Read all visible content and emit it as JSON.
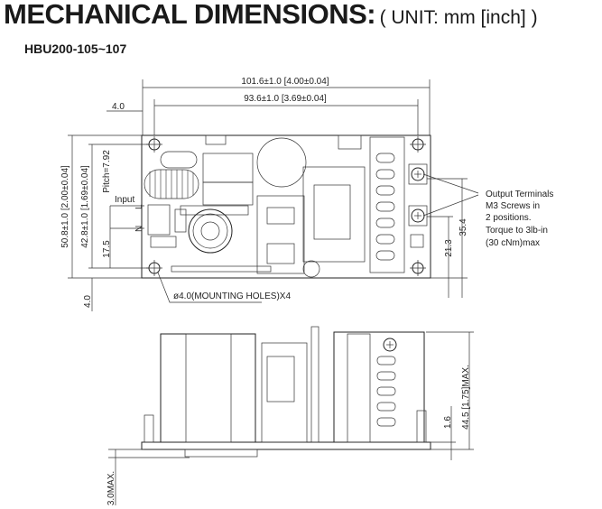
{
  "header": {
    "title": "MECHANICAL DIMENSIONS:",
    "unit": "( UNIT: mm [inch] )",
    "model": "HBU200-105~107"
  },
  "top_view": {
    "length": "101.6±1.0  [4.00±0.04]",
    "hole_spacing_x": "93.6±1.0  [3.69±0.04]",
    "hole_offset_x": "4.0",
    "width": "50.8±1.0  [2.00±0.04]",
    "hole_spacing_y": "42.8±1.0  [1.69±0.04]",
    "pitch": "Pitch=7.92",
    "input_offset": "17.5",
    "hole_offset_y": "4.0",
    "input_label": "Input",
    "input_pin_l": "L",
    "input_pin_n": "N",
    "mounting_holes": "ø4.0(MOUNTING  HOLES)X4",
    "terminal_height_1": "35.4",
    "terminal_height_2": "21.3",
    "output_note": [
      "Output Terminals",
      "M3 Screws in",
      "2 positions.",
      "Torque to 3lb-in",
      "(30 cNm)max"
    ]
  },
  "side_view": {
    "height": "44.5  [1.75]MAX.",
    "pcb_thickness": "1.6",
    "pin_length": "3.0MAX."
  }
}
